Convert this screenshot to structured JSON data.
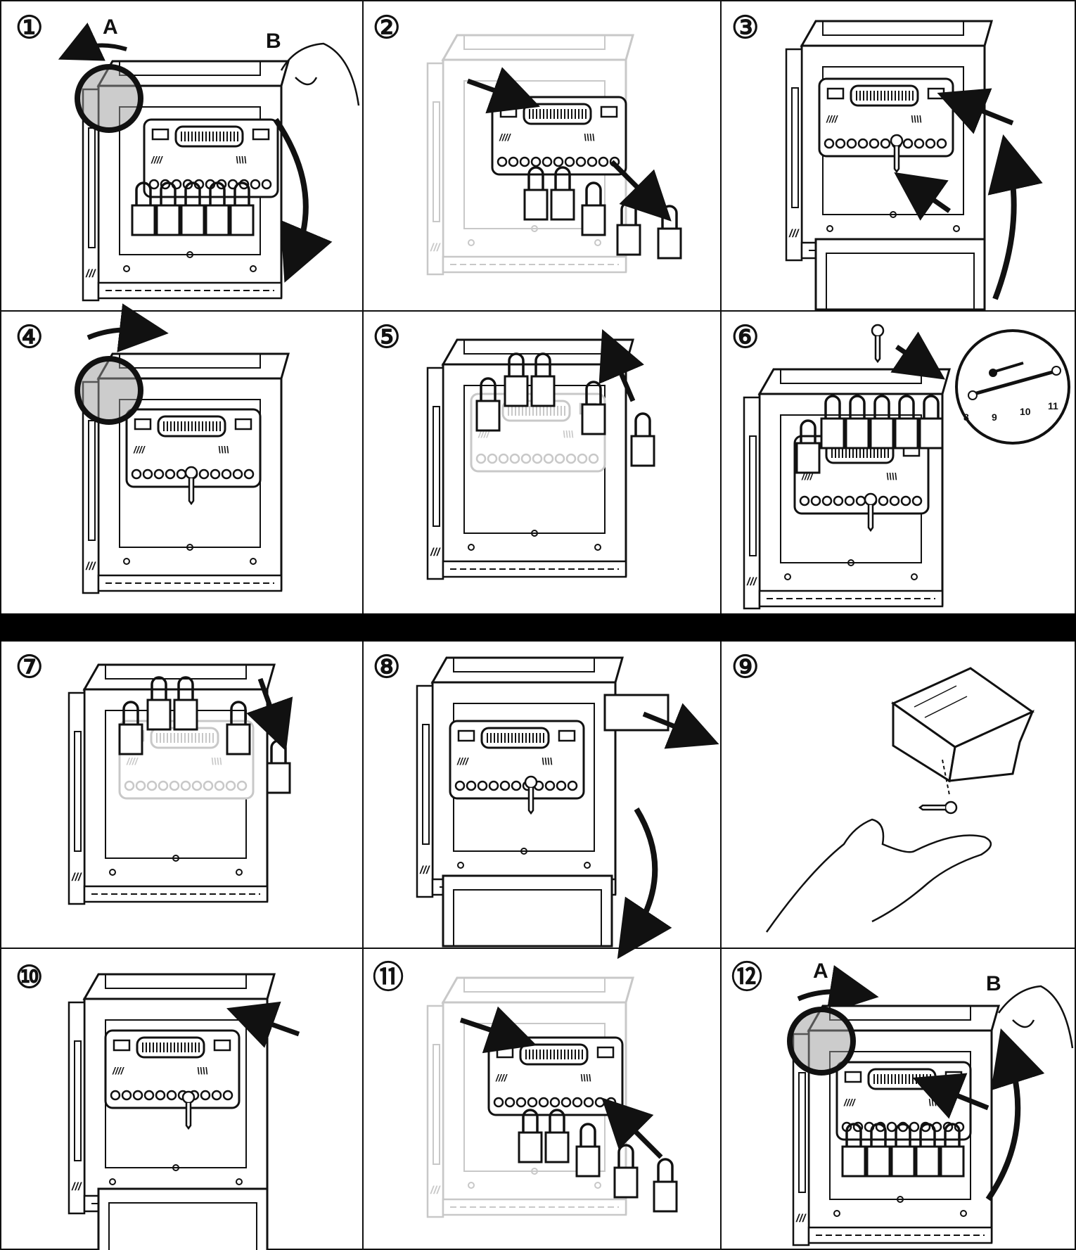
{
  "step_numbers": [
    "①",
    "②",
    "③",
    "④",
    "⑤",
    "⑥",
    "⑦",
    "⑧",
    "⑨",
    "⑩",
    "⑪",
    "⑫"
  ],
  "callout_letters": {
    "a": "A",
    "b": "B"
  },
  "key_tag_numbers": [
    "8",
    "9",
    "10",
    "11"
  ],
  "colors": {
    "line": "#111111",
    "faded": "#c8c8c8",
    "divider_band": "#000000",
    "highlight": "#999999"
  }
}
